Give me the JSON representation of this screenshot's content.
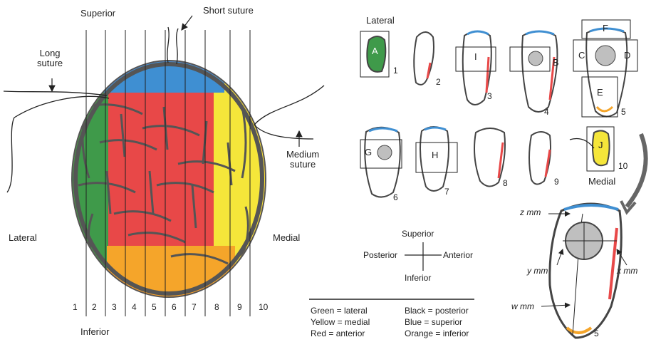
{
  "labels": {
    "superior_top": "Superior",
    "short_suture": "Short suture",
    "long_suture": "Long\nsuture",
    "medium_suture": "Medium\nsuture",
    "lateral_side": "Lateral",
    "medial_side": "Medial",
    "inferior_bottom": "Inferior",
    "lateral_header": "Lateral",
    "medial_footer": "Medial"
  },
  "slice_numbers": [
    "1",
    "2",
    "3",
    "4",
    "5",
    "6",
    "7",
    "8",
    "9",
    "10"
  ],
  "small_slices": [
    {
      "num": "1",
      "letter": "A"
    },
    {
      "num": "2",
      "letter": ""
    },
    {
      "num": "3",
      "letter": "I"
    },
    {
      "num": "4",
      "letter": "B"
    },
    {
      "num": "5",
      "letters": [
        "F",
        "C",
        "D",
        "E"
      ]
    },
    {
      "num": "6",
      "letter": "G"
    },
    {
      "num": "7",
      "letter": "H"
    },
    {
      "num": "8",
      "letter": ""
    },
    {
      "num": "9",
      "letter": ""
    },
    {
      "num": "10",
      "letter": "J"
    }
  ],
  "compass": {
    "superior": "Superior",
    "inferior": "Inferior",
    "posterior": "Posterior",
    "anterior": "Anterior"
  },
  "legend": {
    "green": "Green = lateral",
    "yellow": "Yellow = medial",
    "red": "Red = anterior",
    "black": "Black = posterior",
    "blue": "Blue = superior",
    "orange": "Orange = inferior"
  },
  "measurements": {
    "z": "z mm",
    "y": "y mm",
    "x": "x mm",
    "w": "w mm",
    "slice_label": "5"
  },
  "colors": {
    "green": "#3f9a4a",
    "yellow": "#f5e63a",
    "red": "#e84848",
    "blue": "#3f8fd2",
    "orange": "#f5a52a",
    "tissue_outline": "#555555",
    "tumor": "#bfbfbf"
  }
}
